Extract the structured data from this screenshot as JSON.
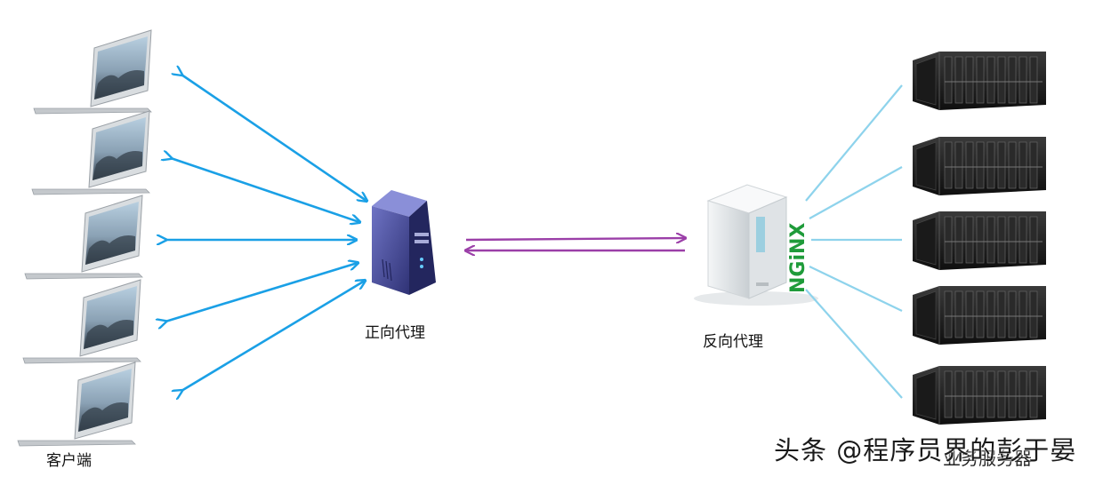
{
  "labels": {
    "client": "客户端",
    "forward_proxy": "正向代理",
    "reverse_proxy": "反向代理",
    "backend": "业务服务器"
  },
  "nginx_text": "NGiNX",
  "watermark": "头条 @程序员界的彭于晏",
  "counts": {
    "clients": 5,
    "servers": 5
  },
  "colors": {
    "client_arrows": "#1aa0e6",
    "proxy_link": "#9b3fa8",
    "server_lines": "#8ed3ec",
    "nginx_green": "#1f9b3a",
    "proxy_box": "#4a4e9e"
  },
  "icons": [
    "laptop-icon",
    "proxy-server-icon",
    "nginx-server-icon",
    "blade-server-icon"
  ]
}
